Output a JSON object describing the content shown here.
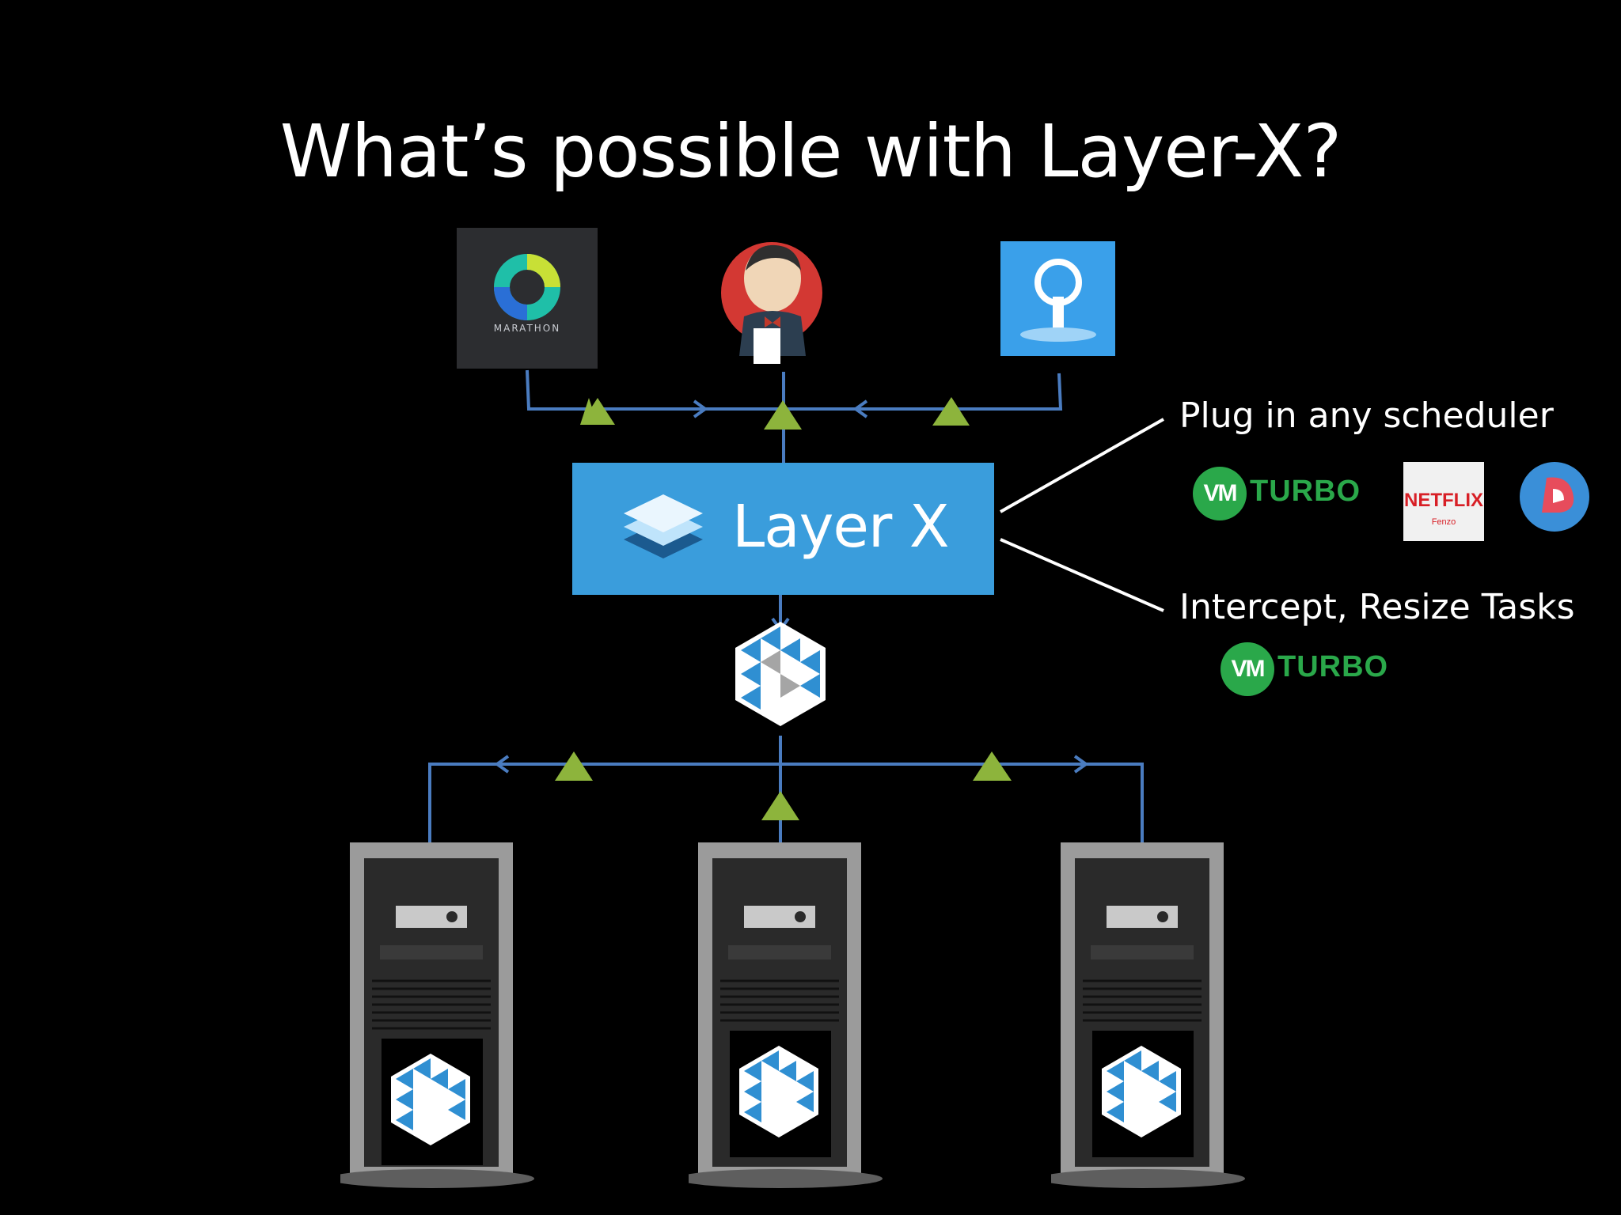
{
  "slide": {
    "title": "What’s possible with Layer-X?"
  },
  "schedulers": {
    "marathon_label": "MARATHON"
  },
  "layerx": {
    "label": "Layer X"
  },
  "side": {
    "plug_in_label": "Plug in any scheduler",
    "intercept_label": "Intercept, Resize Tasks",
    "vmturbo_circle": "VM",
    "vmturbo_word": "TURBO",
    "netflix_word": "NETFLIX",
    "fenzo_word": "Fenzo"
  },
  "colors": {
    "background": "#000000",
    "layerx_box": "#3a9ddc",
    "connector": "#4a7cc0",
    "task_triangle": "#8db43c",
    "task_triangle_alert": "#d3312f",
    "vmturbo_green": "#2aa84a",
    "netflix_red": "#d81f26"
  },
  "icons": [
    "marathon-logo",
    "jenkins-logo",
    "skipper-logo",
    "layerx-stack-icon",
    "kubernetes-hex-icon",
    "server-tower-icon",
    "vmturbo-logo",
    "netflix-fenzo-logo",
    "red-circle-logo"
  ]
}
